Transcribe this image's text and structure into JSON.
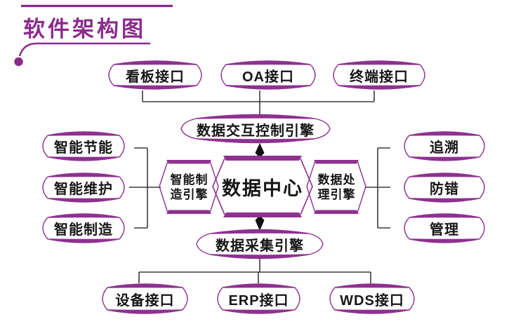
{
  "title": {
    "text": "软件架构图"
  },
  "colors": {
    "shape_purple": "#8E3190",
    "title_purple": "#8A2B8C",
    "connector_gray": "#3B3B3B",
    "arrow_black": "#101010",
    "text": "#161616",
    "background": "#FFFFFF"
  },
  "nodes": {
    "kanban": {
      "label": "看板接口"
    },
    "oa": {
      "label": "OA接口"
    },
    "terminal": {
      "label": "终端接口"
    },
    "exchange_engine": {
      "label": "数据交互控制引擎"
    },
    "data_center": {
      "label": "数据中心"
    },
    "smart_mfg_engine": {
      "lines": [
        "智能制",
        "造引擎"
      ]
    },
    "data_proc_engine": {
      "lines": [
        "数据处",
        "理引擎"
      ]
    },
    "energy": {
      "label": "智能节能"
    },
    "maintenance": {
      "label": "智能维护"
    },
    "manufacturing": {
      "label": "智能制造"
    },
    "trace": {
      "label": "追溯"
    },
    "error_proof": {
      "label": "防错"
    },
    "manage": {
      "label": "管理"
    },
    "collect_engine": {
      "label": "数据采集引擎"
    },
    "device": {
      "label": "设备接口"
    },
    "erp": {
      "label": "ERP接口"
    },
    "wds": {
      "label": "WDS接口"
    }
  }
}
